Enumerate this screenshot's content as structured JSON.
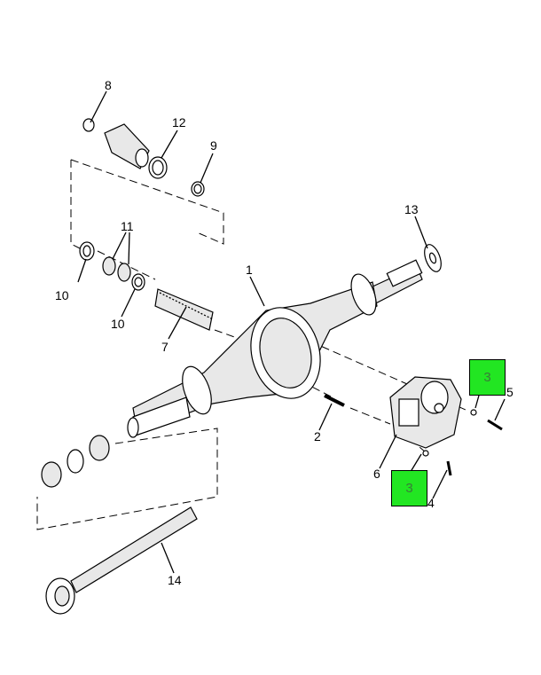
{
  "hotspot_color": "#22e622",
  "hotspot_text_color": "#3a7a3a",
  "callouts": {
    "c1": "1",
    "c2": "2",
    "c4": "4",
    "c5": "5",
    "c6": "6",
    "c7": "7",
    "c8": "8",
    "c9": "9",
    "c10a": "10",
    "c10b": "10",
    "c11": "11",
    "c12": "12",
    "c13": "13",
    "c14": "14"
  },
  "hotspots": [
    {
      "label": "3"
    },
    {
      "label": "3"
    }
  ]
}
